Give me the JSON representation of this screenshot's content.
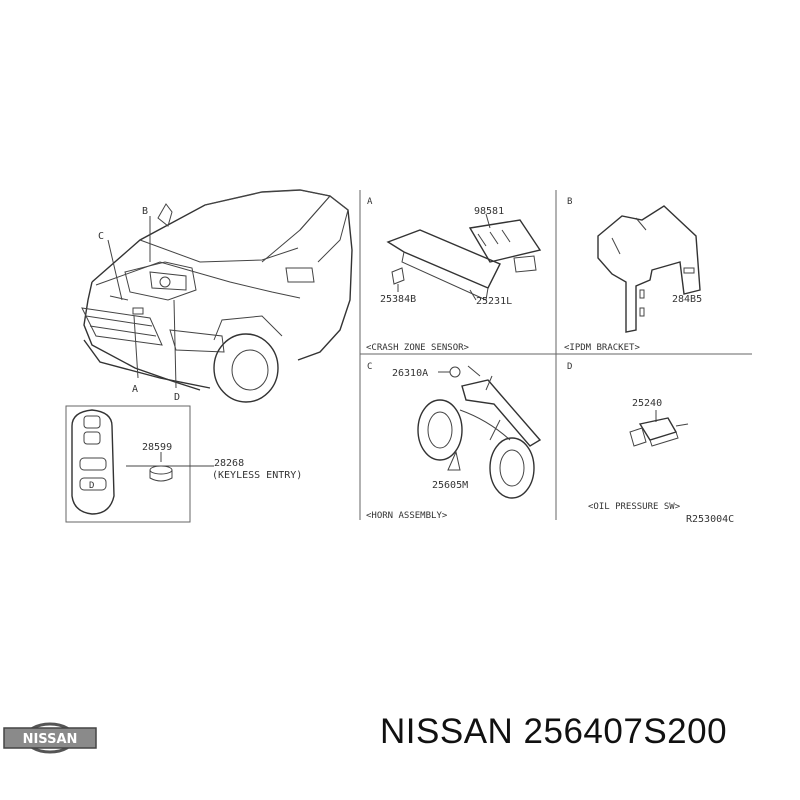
{
  "callouts": {
    "view_a": "A",
    "view_b": "B",
    "view_c": "C",
    "view_d": "D"
  },
  "remote": {
    "part_battery": "28599",
    "part_keyless": "28268",
    "keyless_caption": "(KEYLESS ENTRY)"
  },
  "section_a": {
    "letter": "A",
    "part_sensor": "98581",
    "part_clip": "25384B",
    "part_bracket": "25231L",
    "caption": "<CRASH ZONE SENSOR>"
  },
  "section_b": {
    "letter": "B",
    "part_bracket": "284B5",
    "caption": "<IPDM BRACKET>"
  },
  "section_c": {
    "letter": "C",
    "part_bolt": "26310A",
    "part_horn": "25605M",
    "caption": "<HORN ASSEMBLY>"
  },
  "section_d": {
    "letter": "D",
    "part_switch": "25240",
    "caption": "<OIL PRESSURE SW>"
  },
  "diagram_code": "R253004C",
  "brand": {
    "logo_text": "NISSAN",
    "title": "NISSAN 256407S200"
  }
}
